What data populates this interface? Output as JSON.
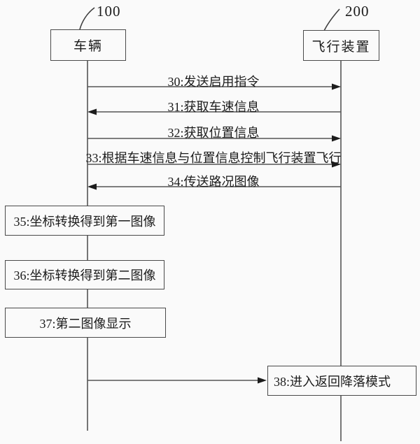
{
  "diagram": {
    "title": "vehicle-flight-device-sequence-diagram",
    "actors": [
      {
        "ref": "100",
        "label": "车辆"
      },
      {
        "ref": "200",
        "label": "飞行装置"
      }
    ],
    "messages": [
      {
        "id": "30",
        "label": "30:发送启用指令",
        "from": "车辆",
        "to": "飞行装置",
        "direction": "right"
      },
      {
        "id": "31",
        "label": "31:获取车速信息",
        "from": "飞行装置",
        "to": "车辆",
        "direction": "left"
      },
      {
        "id": "32",
        "label": "32:获取位置信息",
        "from": "车辆",
        "to": "飞行装置",
        "direction": "right"
      },
      {
        "id": "33",
        "label": "33:根据车速信息与位置信息控制飞行装置飞行",
        "from": "车辆",
        "to": "飞行装置",
        "direction": "right"
      },
      {
        "id": "34",
        "label": "34:传送路况图像",
        "from": "飞行装置",
        "to": "车辆",
        "direction": "left"
      }
    ],
    "steps": [
      {
        "id": "35",
        "label": "35:坐标转换得到第一图像",
        "lifeline": "车辆"
      },
      {
        "id": "36",
        "label": "36:坐标转换得到第二图像",
        "lifeline": "车辆"
      },
      {
        "id": "37",
        "label": "37:第二图像显示",
        "lifeline": "车辆"
      },
      {
        "id": "38",
        "label": "38:进入返回降落模式",
        "lifeline": "飞行装置"
      }
    ],
    "colors": {
      "background": "#fafafa",
      "line": "#555555",
      "border": "#4a4a4a",
      "text": "#1c1c1c"
    }
  }
}
